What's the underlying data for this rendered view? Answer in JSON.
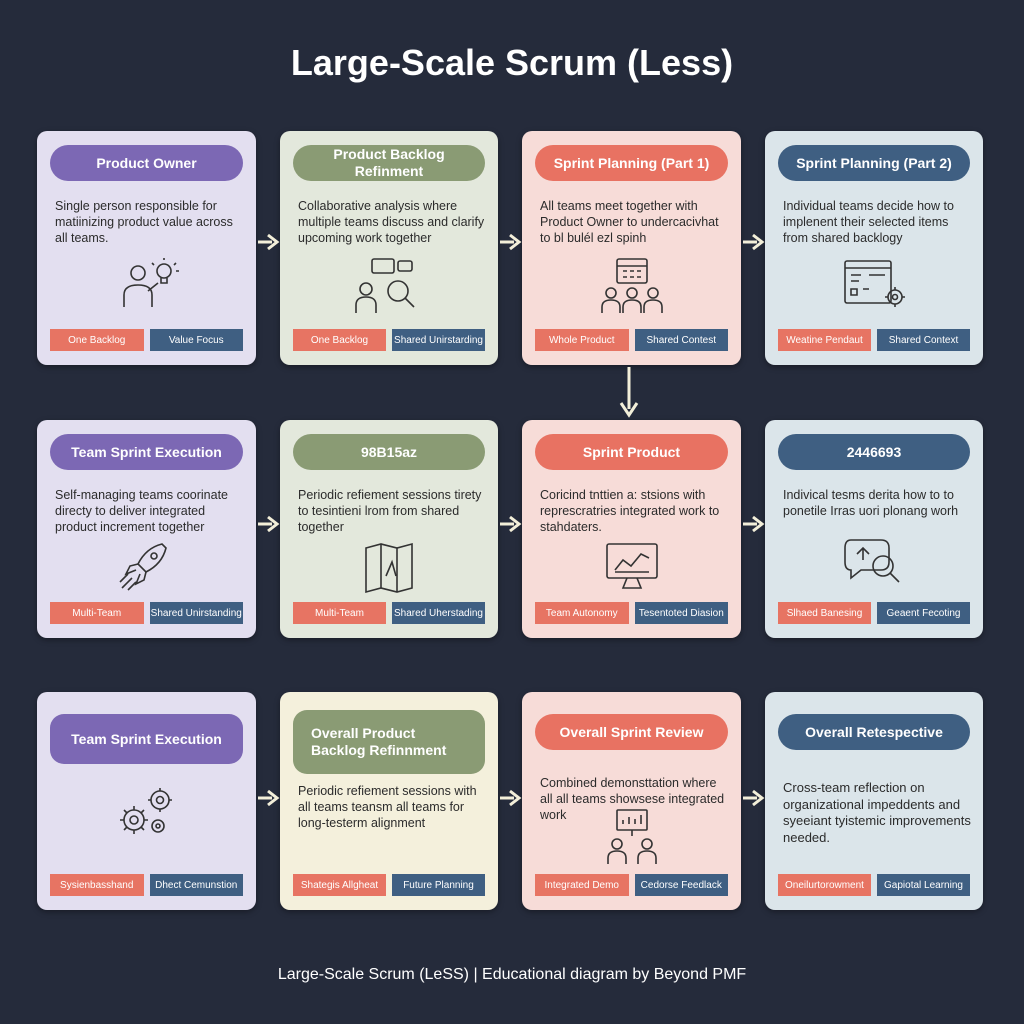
{
  "title": "Large-Scale Scrum (Less)",
  "footer": "Large-Scale Scrum (LeSS) | Educational diagram by Beyond PMF",
  "colors": {
    "background": "#252b3b",
    "purple_pill": "#7c68b4",
    "green_pill": "#8a9b74",
    "red_pill": "#e87262",
    "blue_pill": "#3f5f82",
    "tag_red": "#e77463",
    "tag_blue": "#3f5f82"
  },
  "cards": [
    {
      "title": "Product Owner",
      "desc": "Single person responsible for matiinizing product value across all teams.",
      "tags": [
        "One Backlog",
        "Value Focus"
      ],
      "icon": "person-lightbulb-icon"
    },
    {
      "title": "Product Backlog Refinment",
      "desc": "Collaborative analysis where multiple teams discuss and clarify upcoming work together",
      "tags": [
        "One Backlog",
        "Shared Unirstarding"
      ],
      "icon": "people-chat-magnifier-icon"
    },
    {
      "title": "Sprint Planning (Part 1)",
      "desc": "All teams meet together with Product Owner to undercacivhat to bl bulél ezl spinh",
      "tags": [
        "Whole Product",
        "Shared Contest"
      ],
      "icon": "calendar-team-icon"
    },
    {
      "title": "Sprint Planning (Part 2)",
      "desc": "Individual teams decide how to implenent their selected items from shared backlogy",
      "tags": [
        "Weatine Pendaut",
        "Shared Context"
      ],
      "icon": "browser-gear-icon"
    },
    {
      "title": "Team Sprint Execution",
      "desc": "Self-managing teams coorinate directy to deliver integrated product increment together",
      "tags": [
        "Multi-Team",
        "Shared Unirstanding"
      ],
      "icon": "rocket-icon"
    },
    {
      "title": "98B15az",
      "desc": "Periodic refiement sessions tirety to tesintieni lrom from shared together",
      "tags": [
        "Multi-Team",
        "Shared Uherstading"
      ],
      "icon": "map-icon"
    },
    {
      "title": "Sprint Product",
      "desc": "Coricind tnttien a: stsions with represcratries integrated work to stahdaters.",
      "tags": [
        "Team Autonomy",
        "Tesentoted Diasion"
      ],
      "icon": "monitor-chart-icon"
    },
    {
      "title": "2446693",
      "desc": "Indivical tesms derita how to to ponetile Irras uori plonang worh",
      "tags": [
        "Slhaed Banesing",
        "Geaent Fecoting"
      ],
      "icon": "chat-magnifier-icon"
    },
    {
      "title": "Team Sprint Execution",
      "desc": "",
      "tags": [
        "Sysienbasshand",
        "Dhect Cemunstion"
      ],
      "icon": "gears-icon"
    },
    {
      "title": "Overall Product Backlog Refinnment",
      "desc": "Periodic refiement sessions with all teams teansm all teams for long-testerm alignment",
      "tags": [
        "Shategis Allgheat",
        "Future Planning"
      ],
      "icon": "none"
    },
    {
      "title": "Overall Sprint Review",
      "desc": "Combined demonsttation where all all teams showsese integrated work",
      "tags": [
        "Integrated Demo",
        "Cedorse Feedlack"
      ],
      "icon": "presentation-icon"
    },
    {
      "title": "Overall Retespective",
      "desc": "Cross-team reflection on organizational impeddents and syeeiant tyistemic improvements needed.",
      "tags": [
        "Oneilurtorowment",
        "Gapiotal Learning"
      ],
      "icon": "none"
    }
  ]
}
